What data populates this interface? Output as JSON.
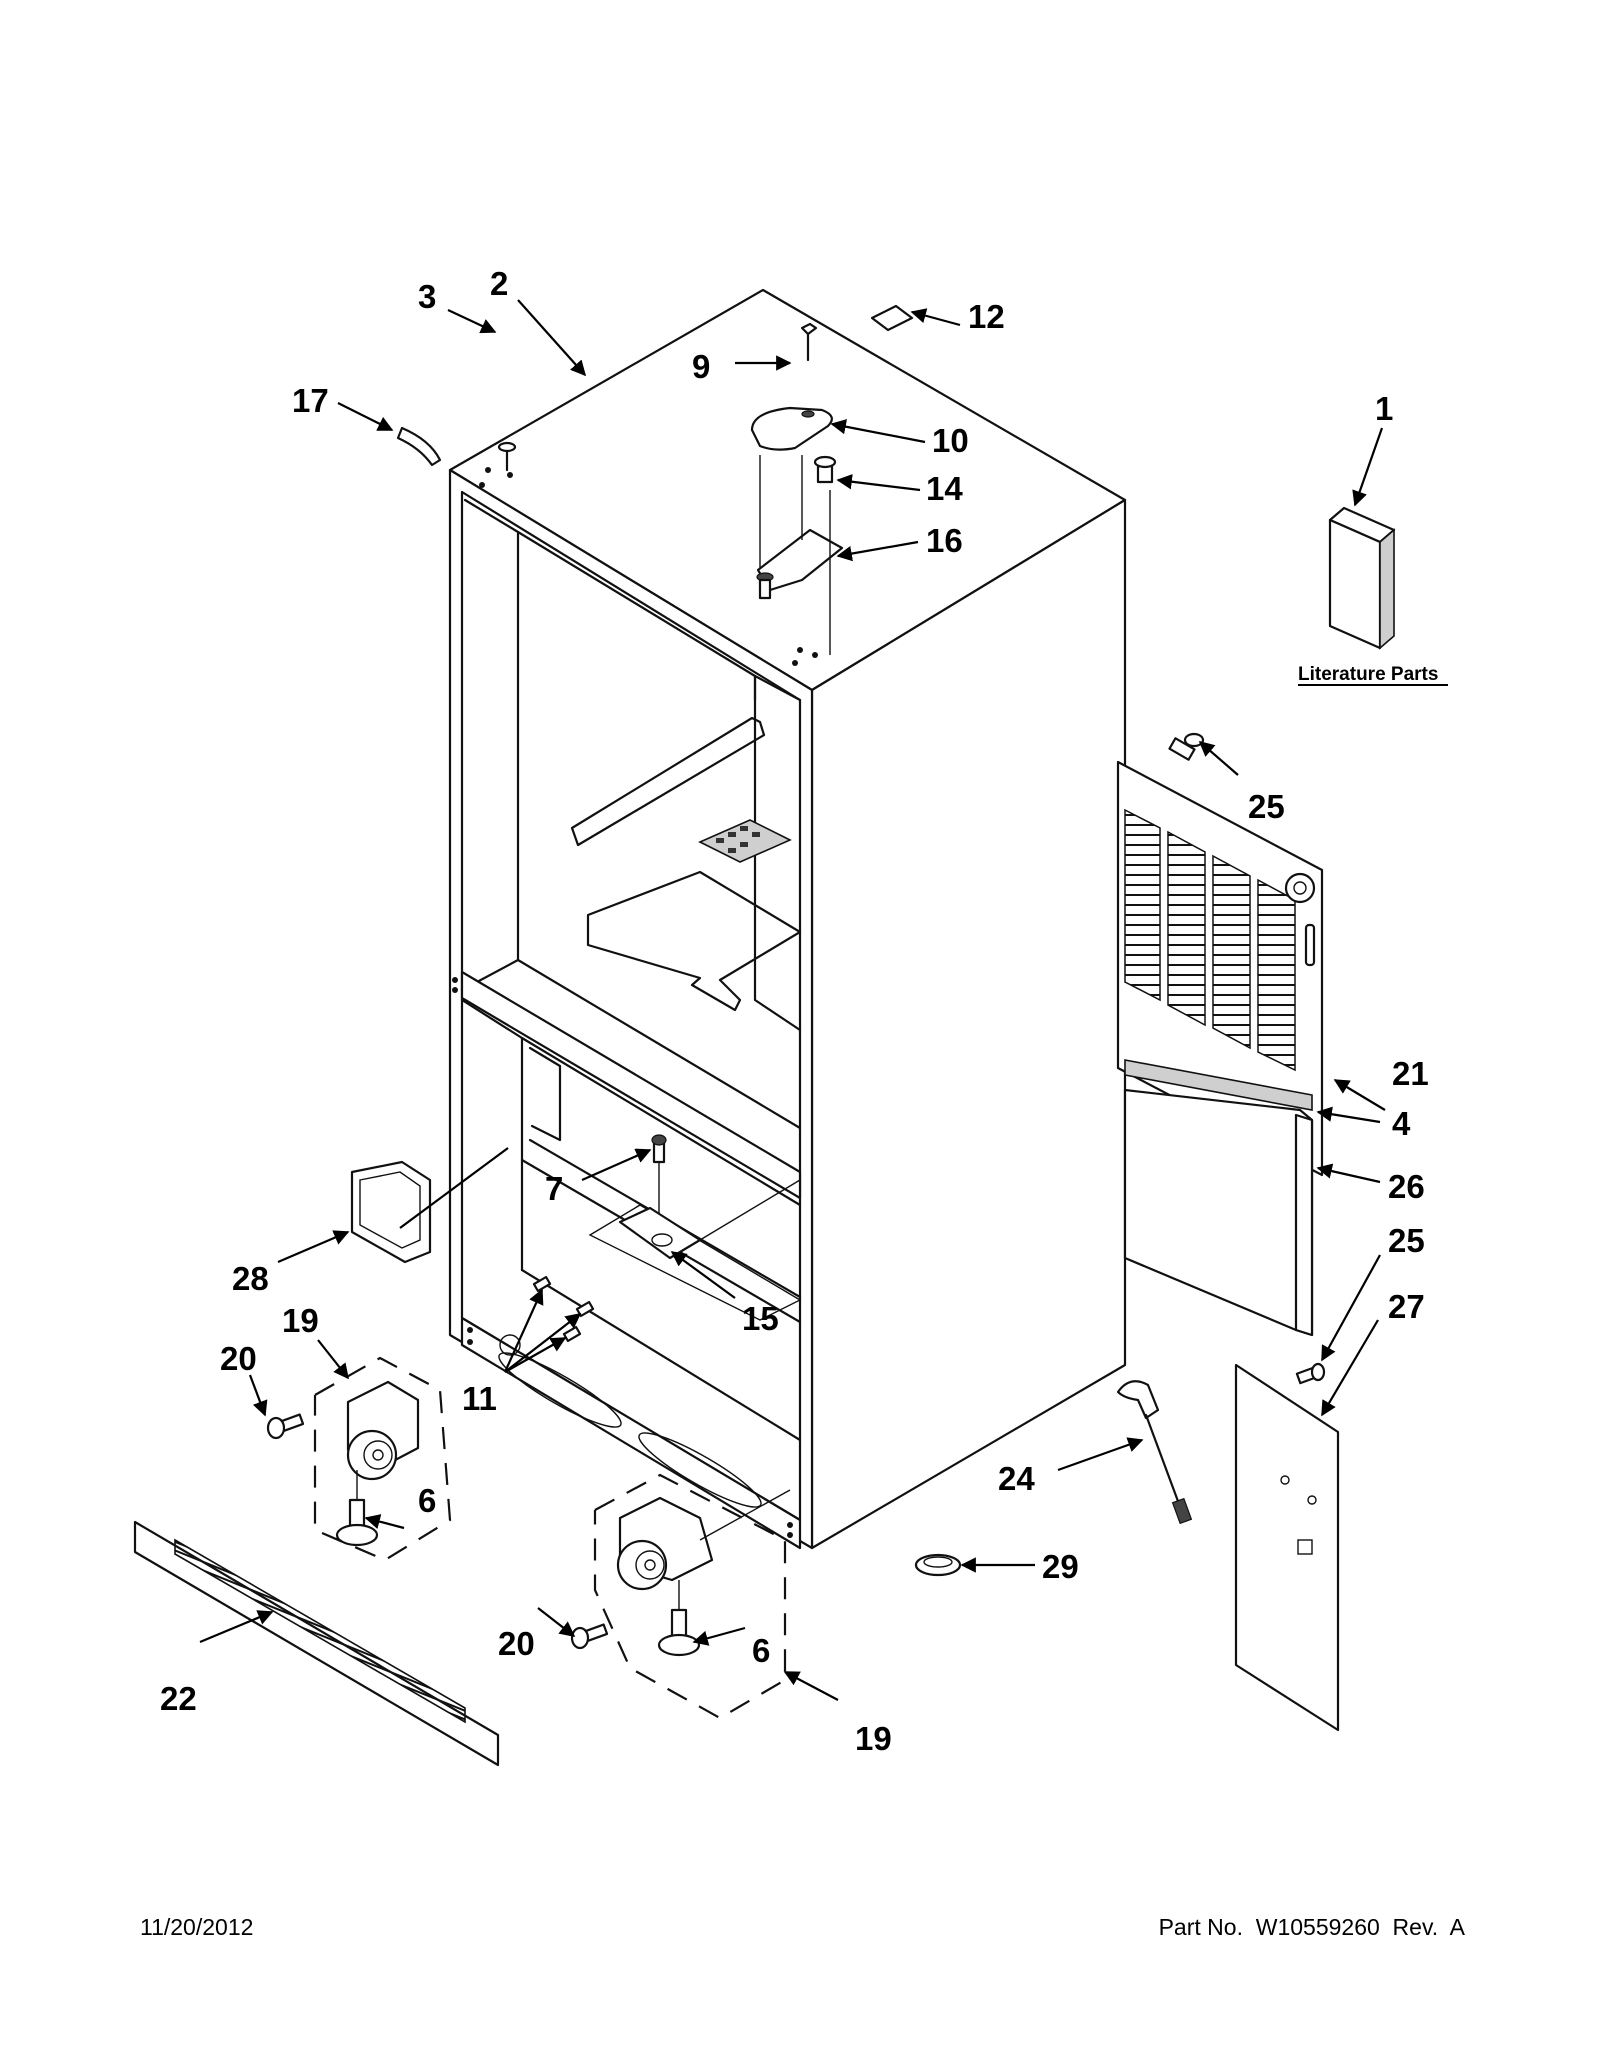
{
  "callouts": {
    "c1": "1",
    "c2": "2",
    "c3": "3",
    "c4": "4",
    "c6a": "6",
    "c6b": "6",
    "c7": "7",
    "c9": "9",
    "c10": "10",
    "c11": "11",
    "c12": "12",
    "c14": "14",
    "c15": "15",
    "c16": "16",
    "c17": "17",
    "c19a": "19",
    "c19b": "19",
    "c20a": "20",
    "c20b": "20",
    "c21": "21",
    "c22": "22",
    "c24": "24",
    "c25a": "25",
    "c25b": "25",
    "c26": "26",
    "c27": "27",
    "c28": "28",
    "c29": "29"
  },
  "literature_label": "Literature Parts",
  "footer": {
    "date": "11/20/2012",
    "part_no": "Part No.  W10559260  Rev.  A"
  }
}
